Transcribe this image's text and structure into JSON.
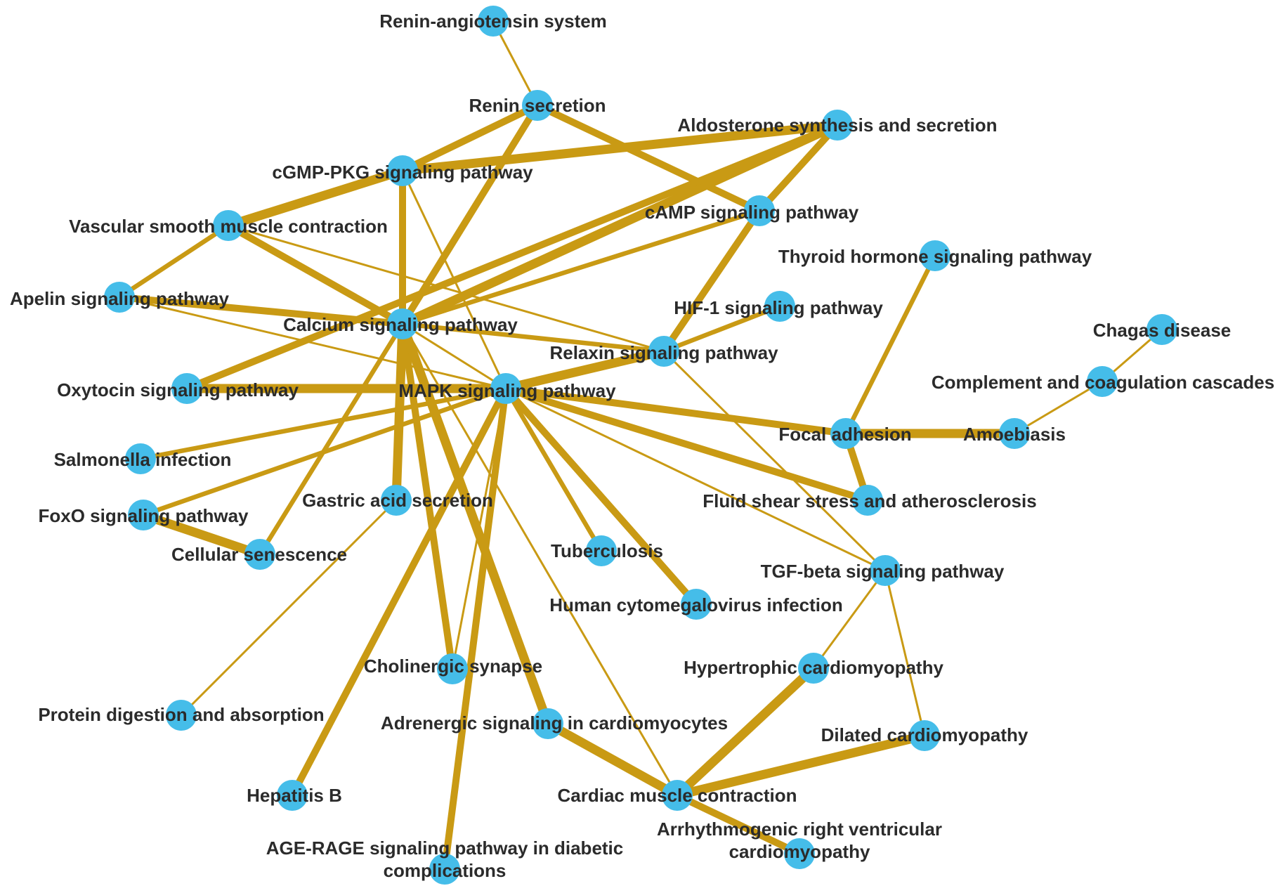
{
  "colors": {
    "edge": "#c99a14",
    "node": "#45bde9",
    "label": "#2b2b2b",
    "background": "#ffffff"
  },
  "nodes": [
    {
      "id": "ras",
      "label": [
        "Renin-angiotensin system"
      ]
    },
    {
      "id": "renin",
      "label": [
        "Renin secretion"
      ]
    },
    {
      "id": "aldo",
      "label": [
        "Aldosterone synthesis and secretion"
      ]
    },
    {
      "id": "cgmp",
      "label": [
        "cGMP-PKG signaling pathway"
      ]
    },
    {
      "id": "camp",
      "label": [
        "cAMP signaling pathway"
      ]
    },
    {
      "id": "vsmc",
      "label": [
        "Vascular smooth muscle contraction"
      ]
    },
    {
      "id": "thyroid",
      "label": [
        "Thyroid hormone signaling pathway"
      ]
    },
    {
      "id": "apelin",
      "label": [
        "Apelin signaling pathway"
      ]
    },
    {
      "id": "hif1",
      "label": [
        "HIF-1 signaling pathway"
      ]
    },
    {
      "id": "calcium",
      "label": [
        "Calcium signaling pathway"
      ]
    },
    {
      "id": "chagas",
      "label": [
        "Chagas disease"
      ]
    },
    {
      "id": "relaxin",
      "label": [
        "Relaxin signaling pathway"
      ]
    },
    {
      "id": "complement",
      "label": [
        "Complement and coagulation cascades"
      ]
    },
    {
      "id": "oxytocin",
      "label": [
        "Oxytocin signaling pathway"
      ]
    },
    {
      "id": "mapk",
      "label": [
        "MAPK signaling pathway"
      ]
    },
    {
      "id": "focal",
      "label": [
        "Focal adhesion"
      ]
    },
    {
      "id": "amoeb",
      "label": [
        "Amoebiasis"
      ]
    },
    {
      "id": "salmonella",
      "label": [
        "Salmonella infection"
      ]
    },
    {
      "id": "gastric",
      "label": [
        "Gastric acid secretion"
      ]
    },
    {
      "id": "fluid",
      "label": [
        "Fluid shear stress and atherosclerosis"
      ]
    },
    {
      "id": "foxo",
      "label": [
        "FoxO signaling pathway"
      ]
    },
    {
      "id": "tuberc",
      "label": [
        "Tuberculosis"
      ]
    },
    {
      "id": "senesc",
      "label": [
        "Cellular senescence"
      ]
    },
    {
      "id": "tgfb",
      "label": [
        "TGF-beta signaling pathway"
      ]
    },
    {
      "id": "hcmv",
      "label": [
        "Human cytomegalovirus infection"
      ]
    },
    {
      "id": "cholin",
      "label": [
        "Cholinergic synapse"
      ]
    },
    {
      "id": "hypert",
      "label": [
        "Hypertrophic cardiomyopathy"
      ]
    },
    {
      "id": "protein",
      "label": [
        "Protein digestion and absorption"
      ]
    },
    {
      "id": "adren",
      "label": [
        "Adrenergic signaling in cardiomyocytes"
      ]
    },
    {
      "id": "dilated",
      "label": [
        "Dilated cardiomyopathy"
      ]
    },
    {
      "id": "hepb",
      "label": [
        "Hepatitis B"
      ]
    },
    {
      "id": "cardiac",
      "label": [
        "Cardiac muscle contraction"
      ]
    },
    {
      "id": "arvc",
      "label": [
        "Arrhythmogenic right ventricular",
        "cardiomyopathy"
      ]
    },
    {
      "id": "agerage",
      "label": [
        "AGE-RAGE signaling pathway in diabetic",
        "complications"
      ]
    }
  ],
  "edges": [
    {
      "source": "ras",
      "target": "renin",
      "weight": 1
    },
    {
      "source": "renin",
      "target": "cgmp",
      "weight": 3
    },
    {
      "source": "renin",
      "target": "camp",
      "weight": 3
    },
    {
      "source": "renin",
      "target": "calcium",
      "weight": 3
    },
    {
      "source": "cgmp",
      "target": "aldo",
      "weight": 4
    },
    {
      "source": "cgmp",
      "target": "vsmc",
      "weight": 4
    },
    {
      "source": "cgmp",
      "target": "calcium",
      "weight": 3
    },
    {
      "source": "cgmp",
      "target": "mapk",
      "weight": 1
    },
    {
      "source": "aldo",
      "target": "calcium",
      "weight": 4
    },
    {
      "source": "aldo",
      "target": "camp",
      "weight": 3
    },
    {
      "source": "aldo",
      "target": "oxytocin",
      "weight": 3
    },
    {
      "source": "vsmc",
      "target": "apelin",
      "weight": 2
    },
    {
      "source": "vsmc",
      "target": "calcium",
      "weight": 3
    },
    {
      "source": "vsmc",
      "target": "relaxin",
      "weight": 1
    },
    {
      "source": "camp",
      "target": "calcium",
      "weight": 2
    },
    {
      "source": "camp",
      "target": "relaxin",
      "weight": 3
    },
    {
      "source": "apelin",
      "target": "calcium",
      "weight": 3
    },
    {
      "source": "apelin",
      "target": "mapk",
      "weight": 1
    },
    {
      "source": "calcium",
      "target": "relaxin",
      "weight": 2
    },
    {
      "source": "calcium",
      "target": "gastric",
      "weight": 4
    },
    {
      "source": "calcium",
      "target": "senesc",
      "weight": 2
    },
    {
      "source": "calcium",
      "target": "cholin",
      "weight": 3
    },
    {
      "source": "calcium",
      "target": "adren",
      "weight": 4
    },
    {
      "source": "calcium",
      "target": "cardiac",
      "weight": 1
    },
    {
      "source": "calcium",
      "target": "mapk",
      "weight": 1
    },
    {
      "source": "hif1",
      "target": "relaxin",
      "weight": 2
    },
    {
      "source": "thyroid",
      "target": "focal",
      "weight": 2
    },
    {
      "source": "relaxin",
      "target": "mapk",
      "weight": 4
    },
    {
      "source": "relaxin",
      "target": "tgfb",
      "weight": 1
    },
    {
      "source": "oxytocin",
      "target": "mapk",
      "weight": 4
    },
    {
      "source": "mapk",
      "target": "focal",
      "weight": 3
    },
    {
      "source": "mapk",
      "target": "fluid",
      "weight": 3
    },
    {
      "source": "mapk",
      "target": "salmonella",
      "weight": 2
    },
    {
      "source": "mapk",
      "target": "foxo",
      "weight": 2
    },
    {
      "source": "mapk",
      "target": "tuberc",
      "weight": 2
    },
    {
      "source": "mapk",
      "target": "hcmv",
      "weight": 3
    },
    {
      "source": "mapk",
      "target": "cholin",
      "weight": 1
    },
    {
      "source": "mapk",
      "target": "hepb",
      "weight": 3
    },
    {
      "source": "mapk",
      "target": "agerage",
      "weight": 3
    },
    {
      "source": "mapk",
      "target": "tgfb",
      "weight": 1
    },
    {
      "source": "focal",
      "target": "amoeb",
      "weight": 4
    },
    {
      "source": "focal",
      "target": "fluid",
      "weight": 3
    },
    {
      "source": "complement",
      "target": "chagas",
      "weight": 1
    },
    {
      "source": "complement",
      "target": "amoeb",
      "weight": 1
    },
    {
      "source": "foxo",
      "target": "senesc",
      "weight": 4
    },
    {
      "source": "gastric",
      "target": "protein",
      "weight": 1
    },
    {
      "source": "tgfb",
      "target": "hypert",
      "weight": 1
    },
    {
      "source": "tgfb",
      "target": "dilated",
      "weight": 1
    },
    {
      "source": "adren",
      "target": "cardiac",
      "weight": 4
    },
    {
      "source": "hypert",
      "target": "cardiac",
      "weight": 4
    },
    {
      "source": "dilated",
      "target": "cardiac",
      "weight": 4
    },
    {
      "source": "cardiac",
      "target": "arvc",
      "weight": 3
    }
  ]
}
